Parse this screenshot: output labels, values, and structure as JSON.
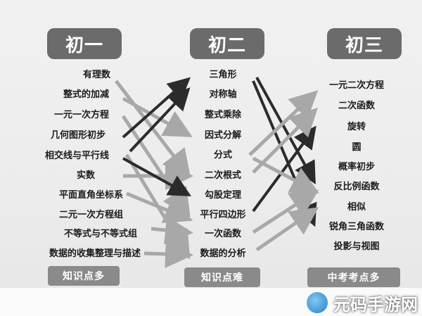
{
  "headers": [
    "初一",
    "初二",
    "初三"
  ],
  "footers": [
    "知识点多",
    "知识点难",
    "中考考点多"
  ],
  "col1": [
    "有理数",
    "整式的加减",
    "一元一次方程",
    "几何图形初步",
    "相交线与平行线",
    "实数",
    "平面直角坐标系",
    "二元一次方程组",
    "不等式与不等式组",
    "数据的收集整理与描述"
  ],
  "col2": [
    "三角形",
    "对称轴",
    "整式乘除",
    "因式分解",
    "分式",
    "二次根式",
    "勾股定理",
    "平行四边形",
    "一次函数",
    "数据的分析"
  ],
  "col3": [
    "一元二次方程",
    "二次函数",
    "旋转",
    "圆",
    "概率初步",
    "反比例函数",
    "相似",
    "锐角三角函数",
    "投影与视图"
  ],
  "watermark": "元码手游网",
  "colors": {
    "dark_arrow": "#2b2b2b",
    "light_arrow": "#a8a8a8",
    "pill": "#6b6b6b"
  }
}
